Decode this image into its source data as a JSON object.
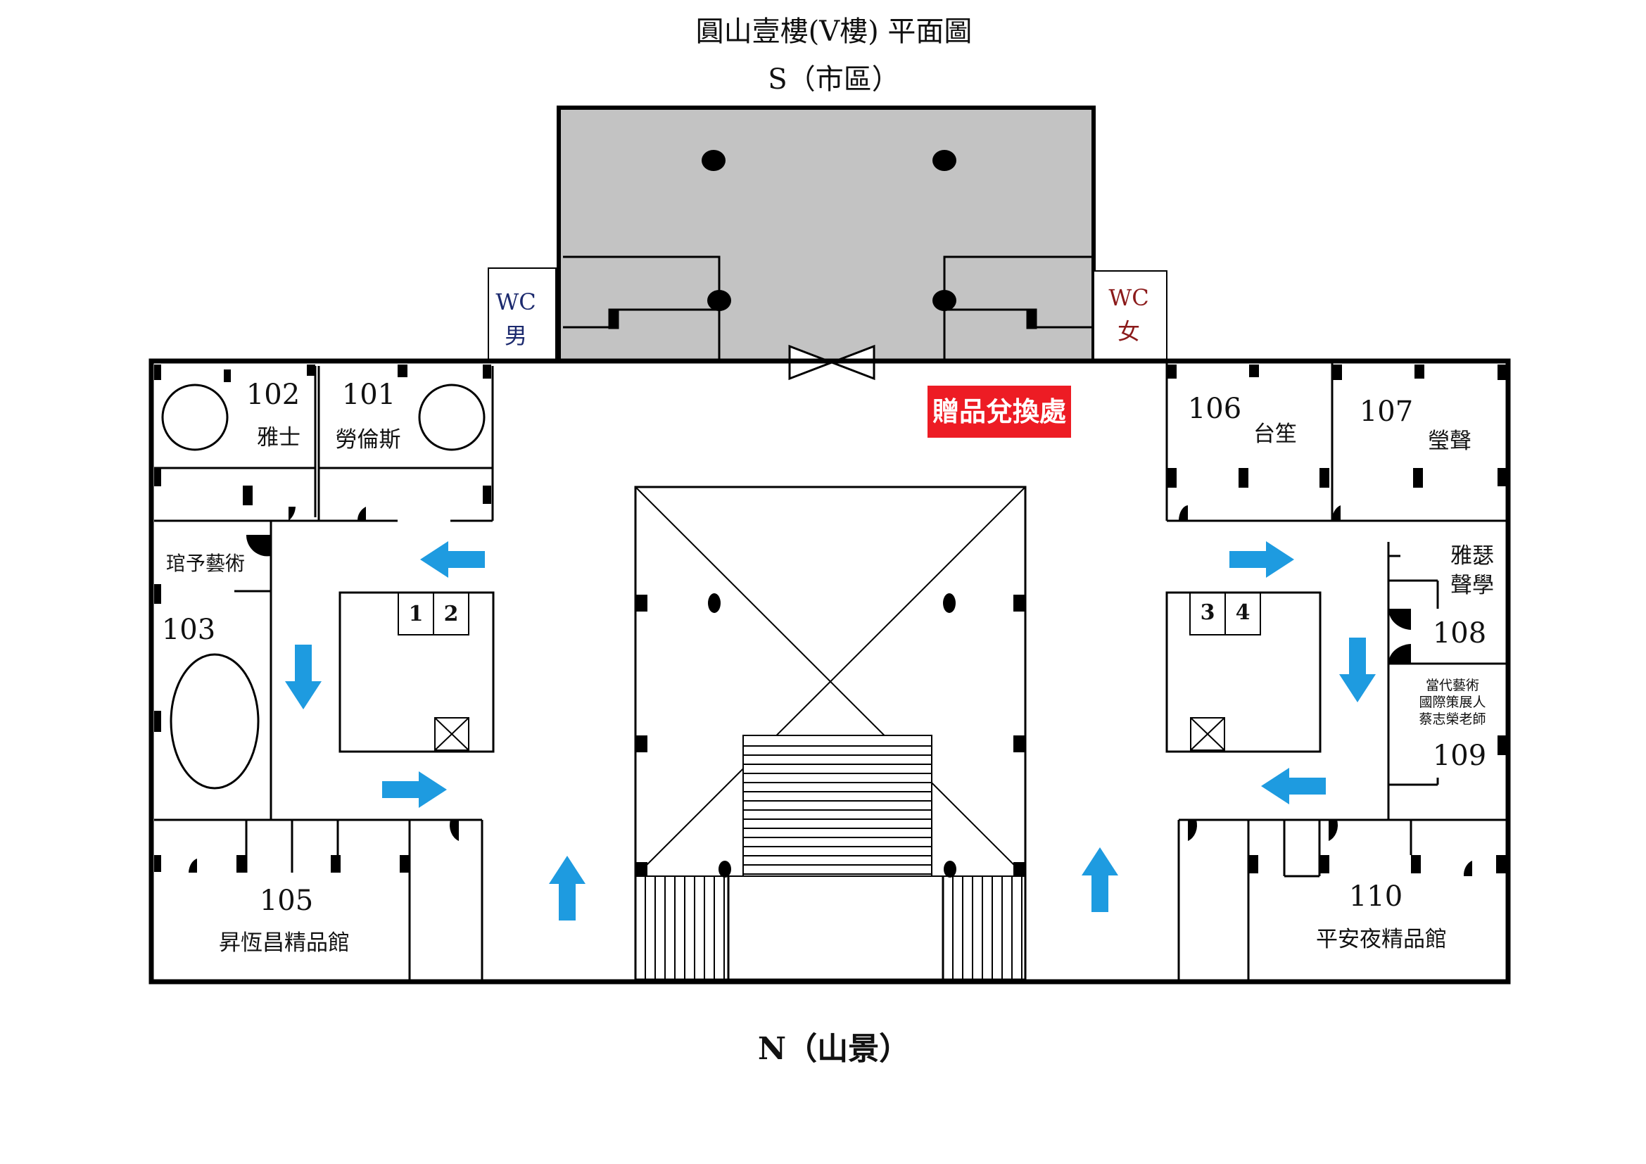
{
  "header": {
    "title": "圓山壹樓(V樓) 平面圖",
    "south": "S（市區）"
  },
  "footer": {
    "north": "N（山景）"
  },
  "wc": {
    "men_label": "WC",
    "men_sub": "男",
    "women_label": "WC",
    "women_sub": "女"
  },
  "gift": {
    "label": "贈品兌換處"
  },
  "elevators": {
    "left": [
      "1",
      "2"
    ],
    "right": [
      "3",
      "4"
    ]
  },
  "rooms": {
    "r101": {
      "number": "101",
      "name": "勞倫斯"
    },
    "r102": {
      "number": "102",
      "name": "雅士"
    },
    "r103": {
      "number": "103",
      "name": "琯予藝術"
    },
    "r105": {
      "number": "105",
      "name": "昇恆昌精品館"
    },
    "r106": {
      "number": "106",
      "name": "台笙"
    },
    "r107": {
      "number": "107",
      "name": "瑩聲"
    },
    "r108": {
      "number": "108",
      "name_line1": "雅瑟",
      "name_line2": "聲學"
    },
    "r109": {
      "number": "109",
      "name_line1": "當代藝術",
      "name_line2": "國際策展人",
      "name_line3": "蔡志榮老師"
    },
    "r110": {
      "number": "110",
      "name": "平安夜精品館"
    }
  },
  "colors": {
    "gift_bg": "#ed1c24",
    "arrow": "#1e9be0",
    "lobby_fill": "#c3c3c3",
    "wc_men_text": "#1c2a6e",
    "wc_women_text": "#8b1a1a"
  },
  "icons": [
    "flow-arrow-icon",
    "elevator-shaft-icon",
    "stair-hatch-icon",
    "column-icon"
  ]
}
